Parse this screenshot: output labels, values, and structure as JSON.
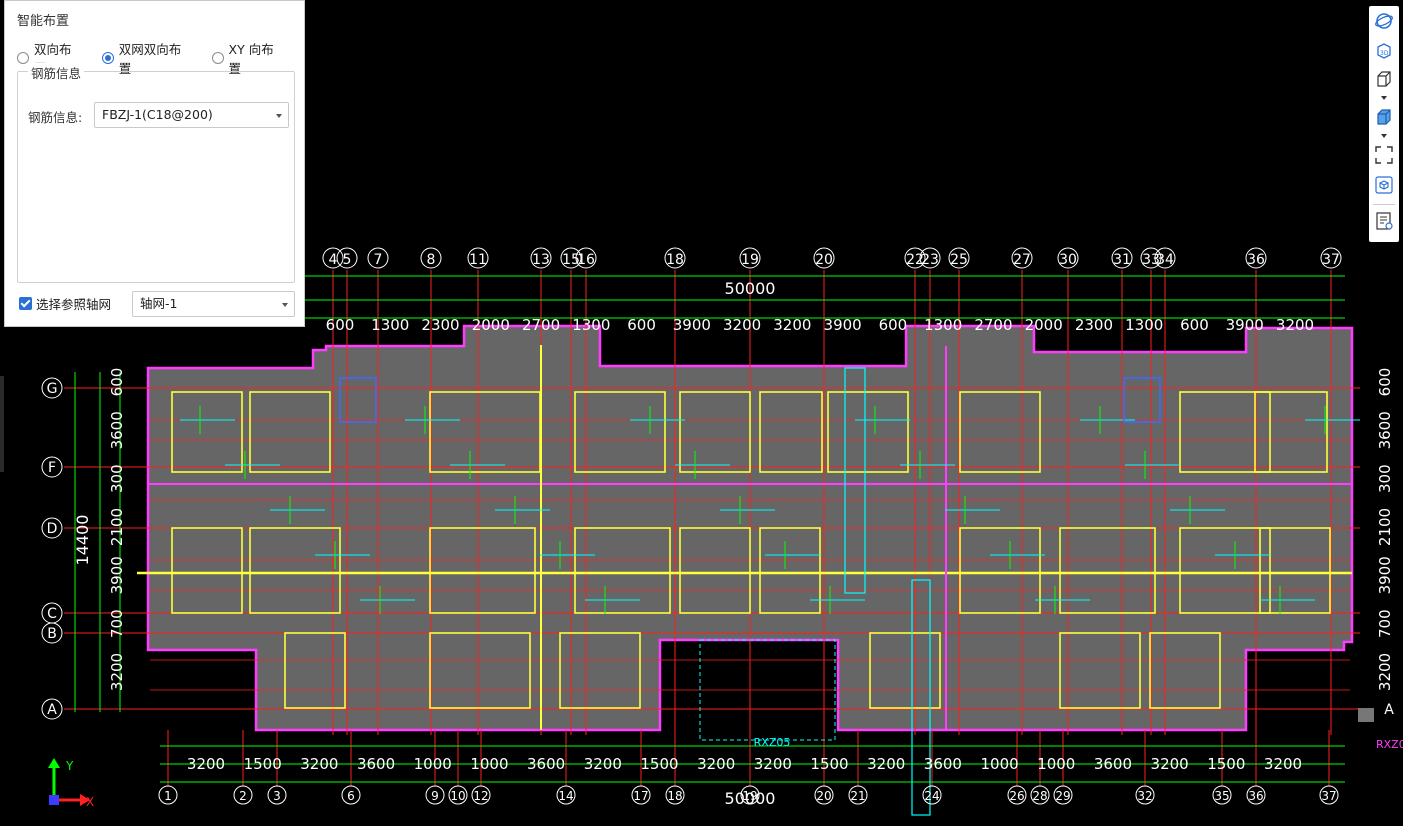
{
  "panel": {
    "title": "智能布置",
    "radios": [
      {
        "label": "双向布置",
        "selected": false
      },
      {
        "label": "双网双向布置",
        "selected": true
      },
      {
        "label": "XY 向布置",
        "selected": false
      }
    ],
    "group_title": "钢筋信息",
    "rebar_label": "钢筋信息:",
    "rebar_value": "FBZJ-1(C18@200)",
    "ref_axis_label": "选择参照轴网",
    "ref_axis_checked": true,
    "axis_value": "轴网-1"
  },
  "toolbar": {
    "icons": [
      "orbit-icon",
      "3d-view-icon",
      "cube-view-icon",
      "solid-cube-icon",
      "fullscreen-icon",
      "model-cube-icon",
      "properties-icon"
    ]
  },
  "cad": {
    "colors": {
      "background": "#000000",
      "slab": "#666666",
      "outline": "#ff3cff",
      "beam": "#ffff3c",
      "axis": "#ff2020",
      "dim": "#00ff00",
      "rebar": "#00ffff",
      "text": "#ffffff"
    },
    "top_axis_labels": [
      "4",
      "5",
      "7",
      "8",
      "11",
      "13",
      "15",
      "16",
      "18",
      "19",
      "20",
      "22",
      "23",
      "25",
      "27",
      "30",
      "31",
      "33",
      "34",
      "36",
      "37"
    ],
    "bottom_axis_labels": [
      "1",
      "2",
      "3",
      "6",
      "9",
      "10",
      "12",
      "14",
      "17",
      "18",
      "19",
      "20",
      "21",
      "24",
      "26",
      "28",
      "29",
      "32",
      "35",
      "36",
      "37"
    ],
    "left_axis_labels": [
      "G",
      "F",
      "D",
      "C",
      "B",
      "A"
    ],
    "top_total_dim": "50000",
    "bottom_total_dim": "50000",
    "left_total_dim": "14400",
    "top_dims": [
      "600",
      "1300",
      "2300",
      "2000",
      "2700",
      "1300",
      "600",
      "3900",
      "3200",
      "3200",
      "3900",
      "600",
      "1300",
      "2700",
      "2000",
      "2300",
      "1300",
      "600",
      "3900",
      "3200"
    ],
    "bottom_dims": [
      "3200",
      "1500",
      "3200",
      "3600",
      "1000",
      "1000",
      "3600",
      "3200",
      "1500",
      "3200",
      "3200",
      "1500",
      "3200",
      "3600",
      "1000",
      "1000",
      "3600",
      "3200",
      "1500",
      "3200"
    ],
    "left_dims": [
      "600",
      "3600",
      "300",
      "2100",
      "3900",
      "700",
      "3200"
    ],
    "right_dims": [
      "600",
      "3600",
      "300",
      "2100",
      "3900",
      "700",
      "3200"
    ],
    "labels": {
      "rxz05": "RXZ05",
      "rxz0": "RXZ0",
      "right_a": "A"
    },
    "ucs": {
      "x": "X",
      "y": "Y"
    }
  }
}
